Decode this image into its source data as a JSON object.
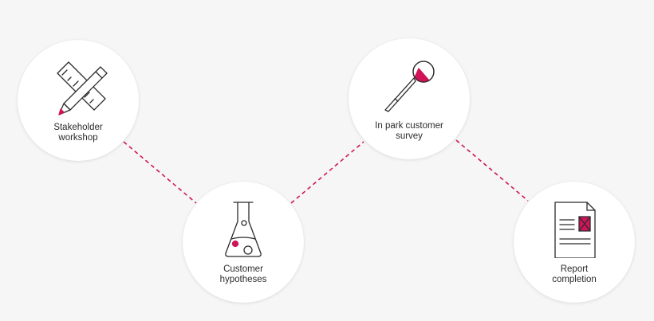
{
  "colors": {
    "background": "#f6f6f6",
    "circle": "#ffffff",
    "accent": "#d1145a",
    "stroke": "#2b2b2b"
  },
  "steps": [
    {
      "label": "Stakeholder\nworkshop",
      "icon": "pencil-ruler-icon"
    },
    {
      "label": "Customer\nhypotheses",
      "icon": "flask-icon"
    },
    {
      "label": "In park customer\nsurvey",
      "icon": "microphone-icon"
    },
    {
      "label": "Report\ncompletion",
      "icon": "document-icon"
    }
  ]
}
